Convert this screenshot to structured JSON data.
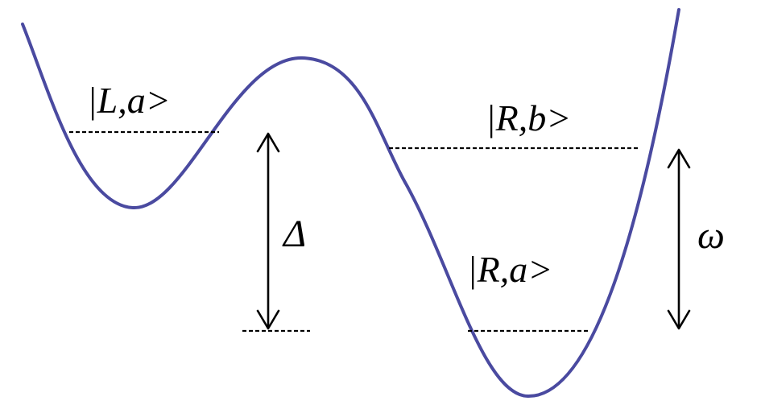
{
  "colors": {
    "potential_curve": "#4a4aa0",
    "lines": "#000000",
    "background": "#ffffff"
  },
  "states": {
    "left_a": "|L,a>",
    "right_b": "|R,b>",
    "right_a": "|R,a>"
  },
  "symbols": {
    "delta": "Δ",
    "omega": "ω"
  }
}
